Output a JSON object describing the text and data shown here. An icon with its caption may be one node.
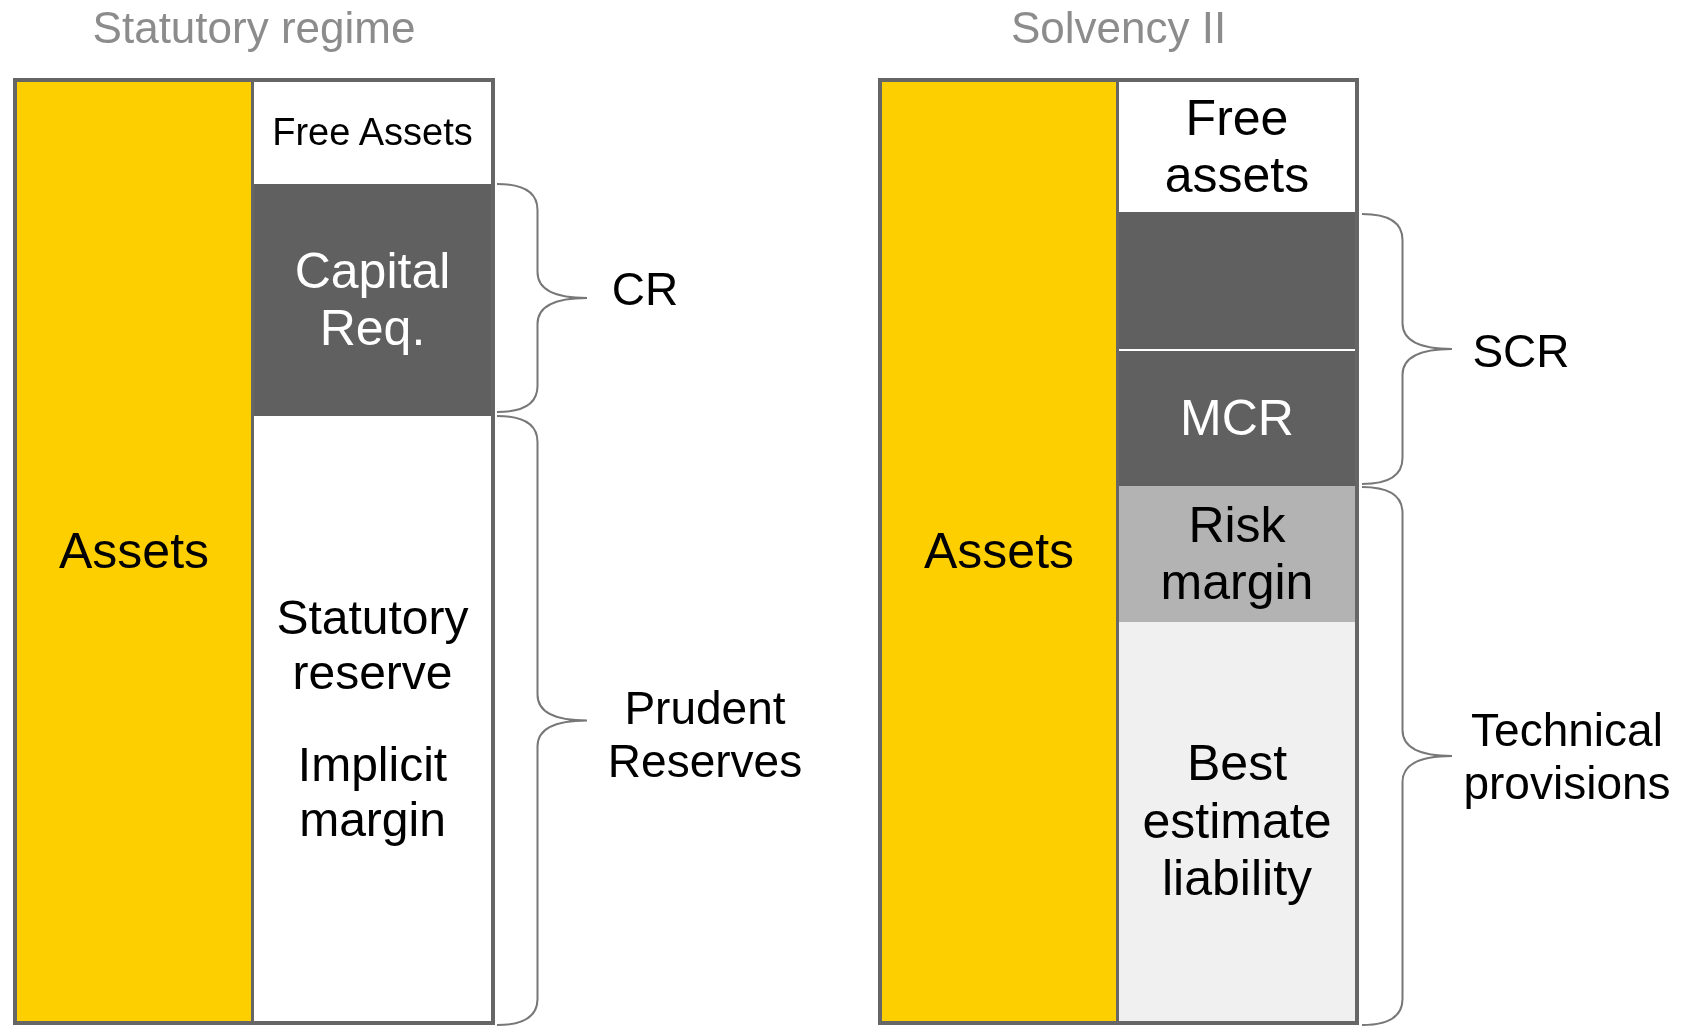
{
  "diagram": {
    "nodes": [
      {
        "text": [
          "Statutory regime"
        ]
      },
      {
        "text": [
          "Assets"
        ],
        "in": 0
      },
      {
        "text": [
          "Free Assets"
        ],
        "in": 0
      },
      {
        "text": [
          "Capital Req."
        ],
        "in": 0
      },
      {
        "text": [
          "Statutory reserve",
          "Implicit margin"
        ],
        "in": 0
      },
      {
        "text": [
          "Solvency II"
        ]
      },
      {
        "text": [
          "Assets"
        ],
        "in": 5
      },
      {
        "text": [
          "Free assets"
        ],
        "in": 5
      },
      {
        "text": [],
        "shape": "box",
        "in": 5
      },
      {
        "text": [
          "MCR"
        ],
        "in": 5
      },
      {
        "text": [
          "Risk margin"
        ],
        "in": 5
      },
      {
        "text": [
          "Best estimate liability"
        ],
        "in": 5
      }
    ],
    "labels": [
      "CR",
      "Prudent Reserves",
      "SCR",
      "Technical provisions"
    ]
  }
}
